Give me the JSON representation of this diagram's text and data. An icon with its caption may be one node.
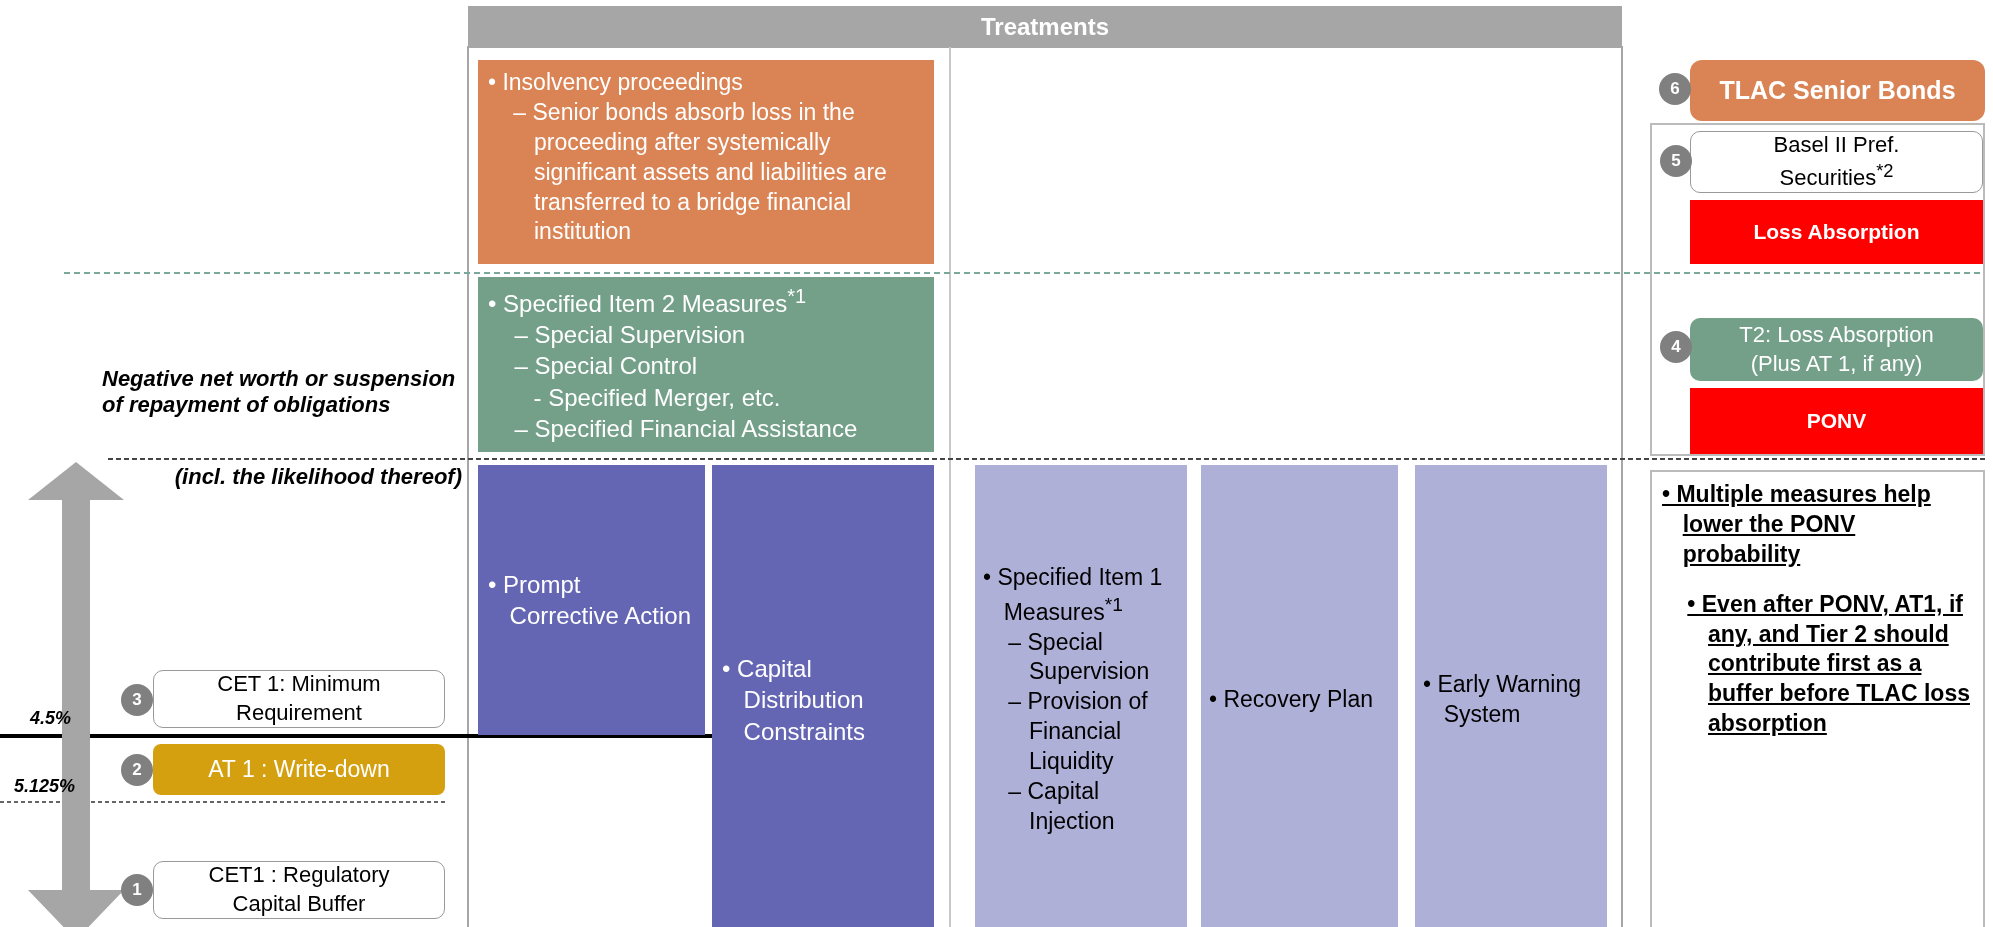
{
  "diagram": {
    "nodes": [
      {
        "text": [
          "Treatments"
        ]
      },
      {
        "text": [
          "• Insolvency proceedings",
          "– Senior bonds absorb loss in the proceeding after systemically significant assets and liabilities are transferred to a bridge financial institution"
        ]
      },
      {
        "text": [
          "6"
        ]
      },
      {
        "text": [
          "TLAC Senior Bonds"
        ]
      },
      {
        "text": [],
        "shape": "box"
      },
      {
        "text": [
          "5"
        ],
        "in": 4
      },
      {
        "text": [
          "Basel II Pref. Securities$^{*2}$"
        ],
        "in": 4
      },
      {
        "text": [
          "Loss Absorption"
        ],
        "in": 4
      },
      {
        "text": [
          "• Specified Item 2 Measures$^{*1}$",
          "– Special Supervision",
          "– Special Control",
          "- Specified Merger, etc.",
          "– Specified Financial Assistance"
        ]
      },
      {
        "text": [
          "4"
        ],
        "in": 4
      },
      {
        "text": [
          "T2: Loss Absorption (Plus AT 1, if any)"
        ],
        "in": 4
      },
      {
        "text": [
          "PONV"
        ],
        "in": 4
      },
      {
        "text": [
          "• Prompt Corrective Action"
        ]
      },
      {
        "text": [
          "• Capital Distribution Constraints"
        ]
      },
      {
        "text": [
          "• Specified Item 1 Measures$^{*1}$",
          "– Special Supervision",
          "– Provision of Financial Liquidity",
          "– Capital Injection"
        ]
      },
      {
        "text": [
          "• Recovery Plan"
        ]
      },
      {
        "text": [
          "• Early Warning System"
        ]
      },
      {
        "text": [
          "• Multiple measures help lower the PONV probability",
          "• Even after PONV, AT1, if any, and Tier 2 should contribute first as a buffer before TLAC loss absorption"
        ]
      },
      {
        "text": [
          "3"
        ]
      },
      {
        "text": [
          "CET 1: Minimum Requirement"
        ]
      },
      {
        "text": [
          "2"
        ]
      },
      {
        "text": [
          "AT 1 : Write-down"
        ]
      },
      {
        "text": [
          "1"
        ]
      },
      {
        "text": [
          "CET1 : Regulatory Capital Buffer"
        ]
      }
    ],
    "labels": [
      "Negative net worth or suspension of repayment of obligations",
      "(incl. the likelihood thereof)",
      "4.5%",
      "5.125%"
    ]
  }
}
